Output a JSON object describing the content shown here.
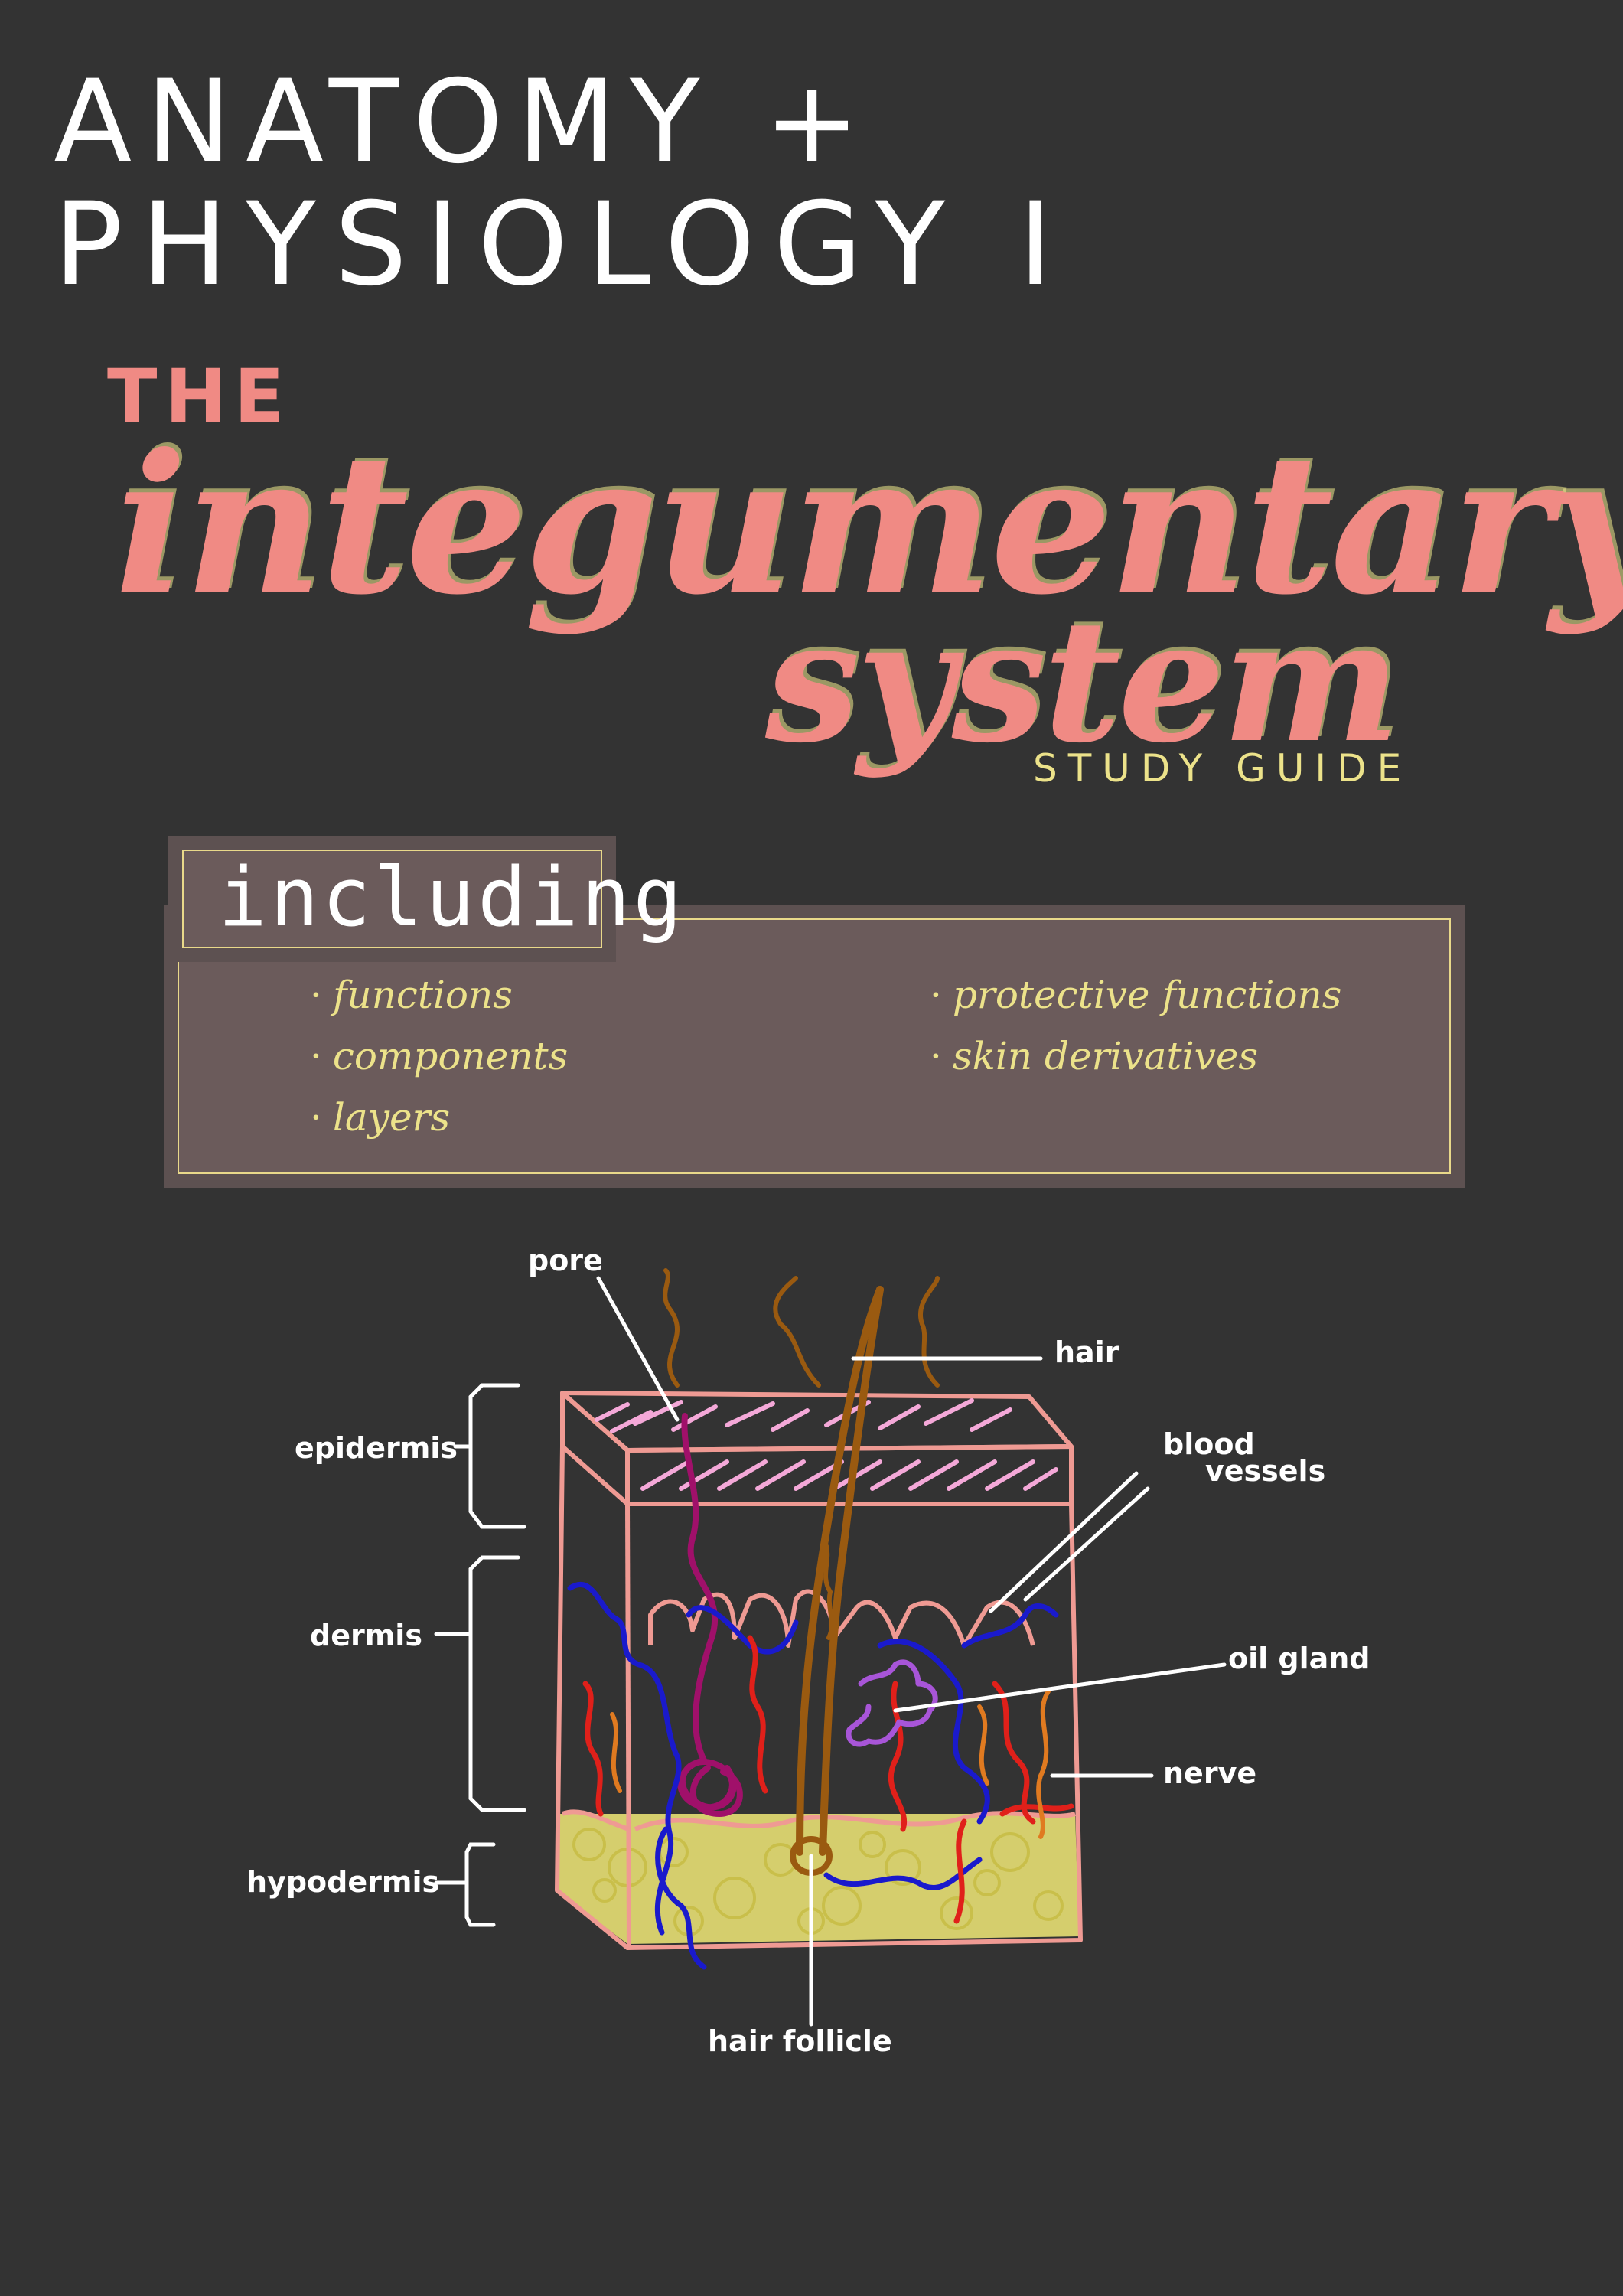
{
  "header": {
    "course_line_1": "ANATOMY +",
    "course_line_2": "PHYSIOLOGY I"
  },
  "title": {
    "the": "THE",
    "line_1": "integumentary",
    "line_2": "system",
    "subtitle": "STUDY GUIDE"
  },
  "including": {
    "label": "including",
    "topics_left": [
      "functions",
      "components",
      "layers"
    ],
    "topics_right": [
      "protective functions",
      "skin derivatives"
    ]
  },
  "diagram": {
    "labels": {
      "pore": "pore",
      "hair": "hair",
      "blood_vessels_1": "blood",
      "blood_vessels_2": "vessels",
      "oil_gland": "oil gland",
      "nerve": "nerve",
      "hair_follicle": "hair follicle",
      "epidermis": "epidermis",
      "dermis": "dermis",
      "hypodermis": "hypodermis"
    },
    "colors": {
      "outline": "#ef9a93",
      "epidermis_strokes": "#f4a8d8",
      "hair": "#9a5a10",
      "pore_duct": "#a0106a",
      "blood_vessel_blue": "#1a1acc",
      "blood_vessel_red": "#e0201a",
      "nerve": "#e07a20",
      "oil_gland": "#a855d8",
      "fat": "#f2ea78"
    }
  }
}
